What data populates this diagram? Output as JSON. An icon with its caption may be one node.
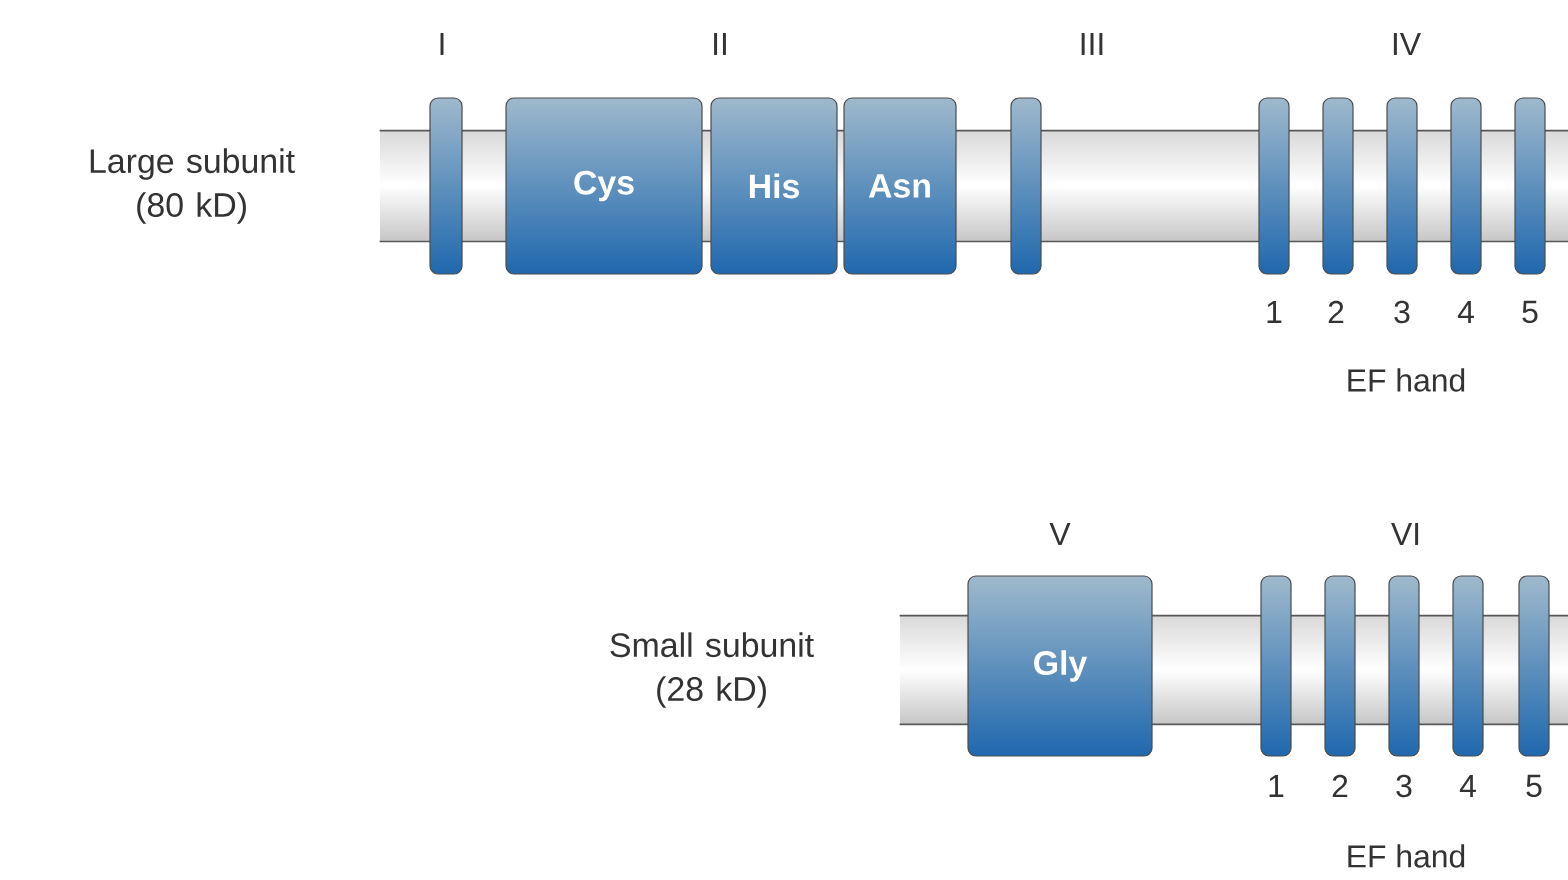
{
  "diagram": {
    "nodes": [
      {
        "text": [
          "Large subunit (80 kD)"
        ]
      },
      {
        "text": [],
        "shape": "bar"
      },
      {
        "text": [
          "Cys"
        ]
      },
      {
        "text": [
          "His"
        ]
      },
      {
        "text": [
          "Asn"
        ]
      },
      {
        "text": [],
        "shape": "bar"
      },
      {
        "text": [],
        "shape": "bar"
      },
      {
        "text": [],
        "shape": "bar"
      },
      {
        "text": [],
        "shape": "bar"
      },
      {
        "text": [],
        "shape": "bar"
      },
      {
        "text": [],
        "shape": "bar"
      },
      {
        "text": [
          "Small subunit (28 kD)"
        ]
      },
      {
        "text": [
          "Gly"
        ]
      },
      {
        "text": [],
        "shape": "bar"
      },
      {
        "text": [],
        "shape": "bar"
      },
      {
        "text": [],
        "shape": "bar"
      },
      {
        "text": [],
        "shape": "bar"
      },
      {
        "text": [],
        "shape": "bar"
      }
    ],
    "edges": [],
    "labels": [
      "I",
      "II",
      "III",
      "IV",
      "1",
      "2",
      "3",
      "4",
      "5",
      "EF hand",
      "V",
      "VI",
      "1",
      "2",
      "3",
      "4",
      "5",
      "EF hand"
    ]
  }
}
